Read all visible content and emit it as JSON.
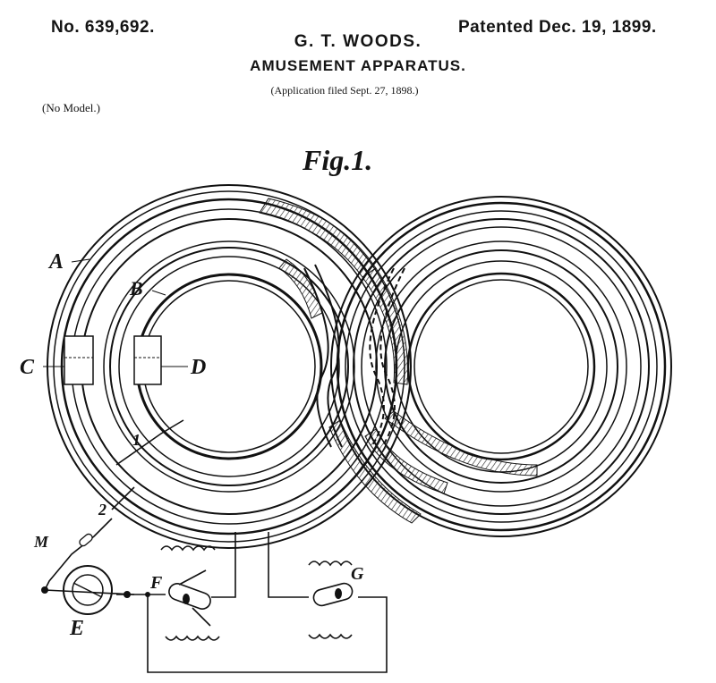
{
  "header": {
    "patent_number": "No. 639,692.",
    "patent_date": "Patented Dec. 19, 1899.",
    "inventor": "G. T. WOODS.",
    "title": "AMUSEMENT APPARATUS.",
    "application": "(Application filed Sept. 27, 1898.)",
    "model": "(No Model.)"
  },
  "figure": {
    "caption": "Fig.1.",
    "labels": {
      "A": "A",
      "B": "B",
      "C": "C",
      "D": "D",
      "E": "E",
      "F": "F",
      "G": "G",
      "M": "M",
      "one": "1",
      "two": "2"
    }
  }
}
